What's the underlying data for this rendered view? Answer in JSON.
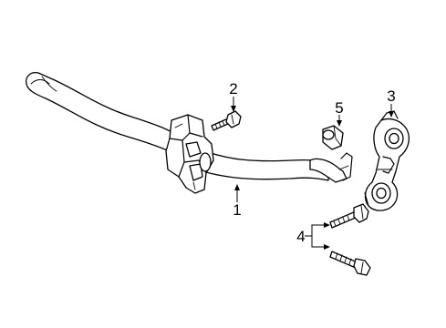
{
  "diagram": {
    "parts": [
      {
        "id": "stabilizer-bar",
        "callout": "1"
      },
      {
        "id": "bolt",
        "callout": "2"
      },
      {
        "id": "stabilizer-link",
        "callout": "3"
      },
      {
        "id": "link-bolts",
        "callout": "4"
      },
      {
        "id": "nut",
        "callout": "5"
      }
    ]
  }
}
